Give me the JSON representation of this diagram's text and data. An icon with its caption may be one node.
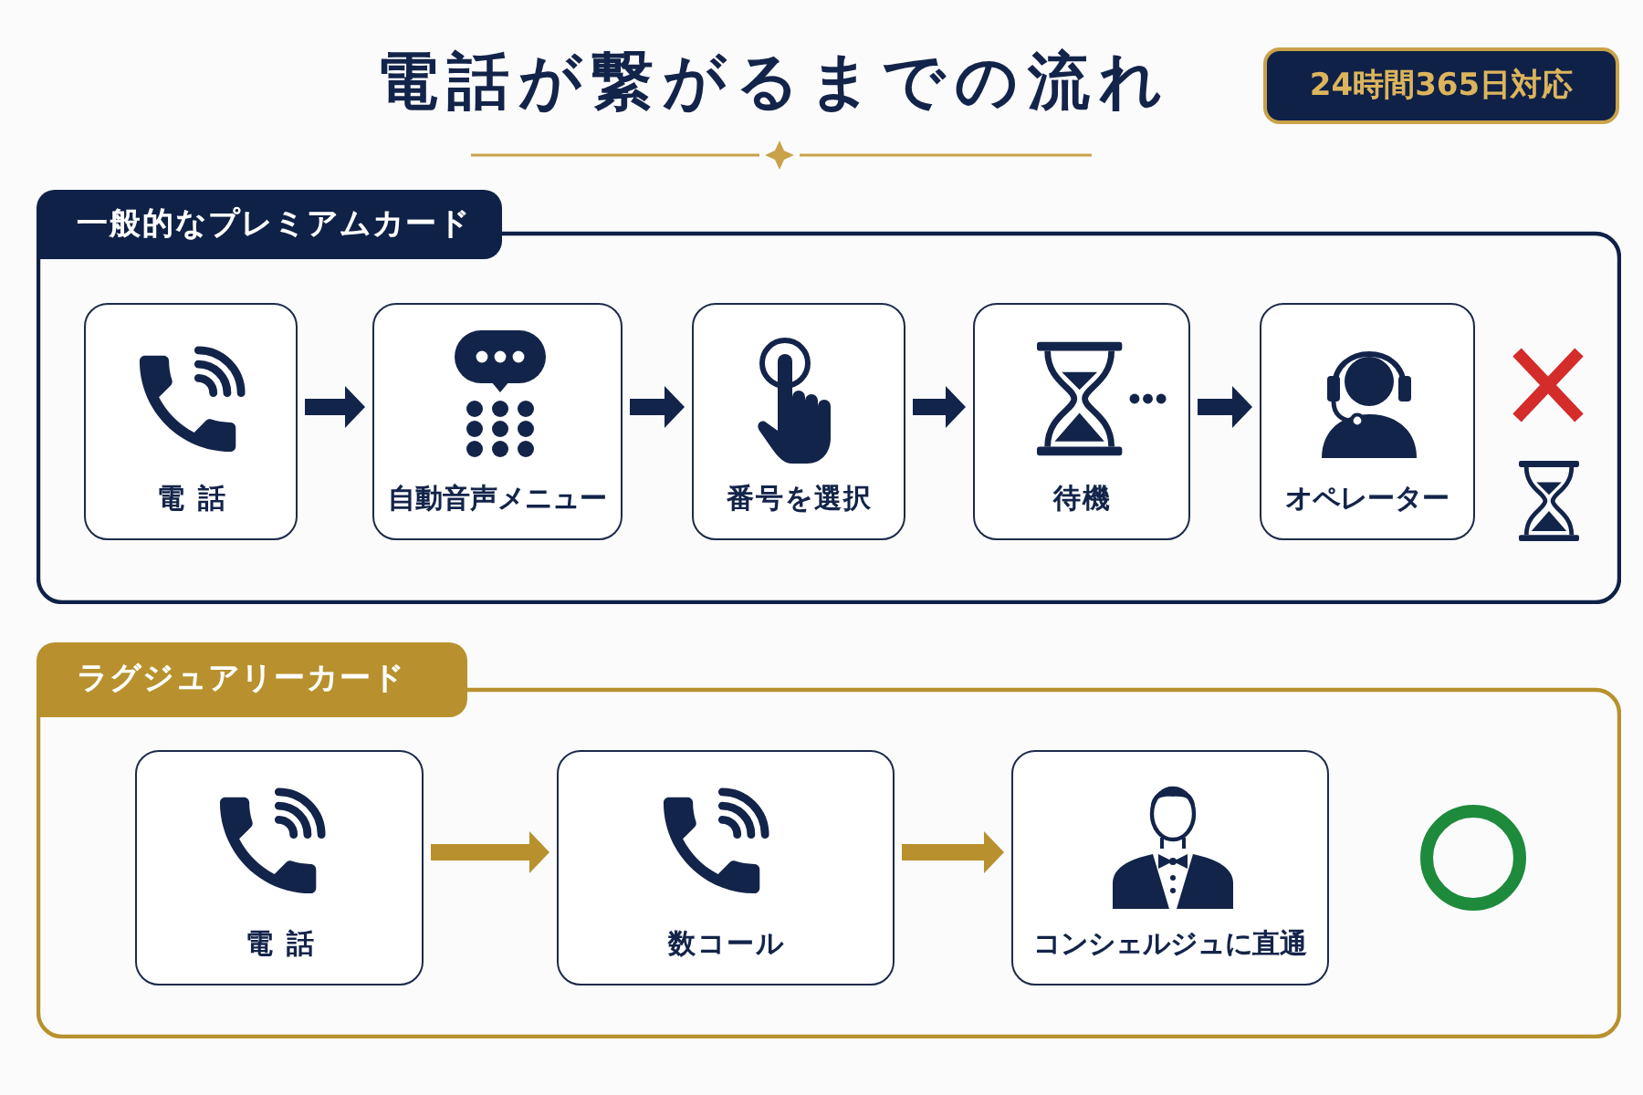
{
  "diagram": {
    "title": "電話が繋がるまでの流れ",
    "nodes": [
      {
        "text": [
          "24時間365日対応"
        ]
      },
      {
        "text": [
          "一般的なプレミアムカード"
        ]
      },
      {
        "text": [
          "電話"
        ],
        "in": 1
      },
      {
        "text": [
          "自動音声メニュー"
        ],
        "in": 1
      },
      {
        "text": [
          "番号を選択"
        ],
        "in": 1
      },
      {
        "text": [
          "待機"
        ],
        "in": 1
      },
      {
        "text": [
          "オペレーター"
        ],
        "in": 1
      },
      {
        "text": [
          "ラグジュアリーカード"
        ]
      },
      {
        "text": [
          "電話"
        ],
        "in": 7
      },
      {
        "text": [
          "数コール"
        ],
        "in": 7
      },
      {
        "text": [
          "コンシェルジュに直通"
        ],
        "in": 7
      }
    ],
    "edges": [
      {
        "from": 2,
        "to": 3,
        "arrow": "to"
      },
      {
        "from": 3,
        "to": 4,
        "arrow": "to"
      },
      {
        "from": 4,
        "to": 5,
        "arrow": "to"
      },
      {
        "from": 5,
        "to": 6,
        "arrow": "to"
      },
      {
        "from": 8,
        "to": 9,
        "arrow": "to",
        "color": "#b8912e"
      },
      {
        "from": 9,
        "to": 10,
        "arrow": "to",
        "color": "#b8912e"
      }
    ]
  }
}
